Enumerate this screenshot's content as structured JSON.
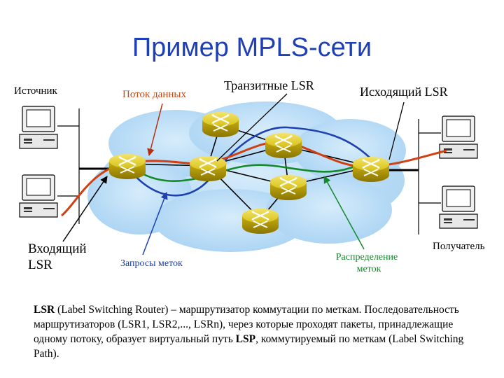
{
  "title": "Пример MPLS-сети",
  "labels": {
    "source": "Источник",
    "data_flow": "Поток данных",
    "transit_lsr": "Транзитные LSR",
    "egress_lsr": "Исходящий LSR",
    "ingress_lsr_line1": "Входящий",
    "ingress_lsr_line2": "LSR",
    "label_requests": "Запросы меток",
    "label_distribution_line1": "Распределение",
    "label_distribution_line2": "меток",
    "receiver": "Получатель"
  },
  "colors": {
    "title": "#1f3fb5",
    "data_flow": "#d04010",
    "label_requests": "#1e40b0",
    "label_distribution": "#128a2a",
    "router_body": "#d8c21a",
    "cloud": "#bfe0f8"
  },
  "description": {
    "p1_bold": "LSR",
    "p1_text": " (Label Switching Router) – маршрутизатор коммутации по меткам. Последовательность маршрутизаторов (LSR1, LSR2,..., LSRn), через которые проходят пакеты, принадлежащие одному потоку, образует виртуальный путь ",
    "p2_bold": "LSP",
    "p2_text": ", коммутируемый по меткам (Label Switching Path)."
  }
}
